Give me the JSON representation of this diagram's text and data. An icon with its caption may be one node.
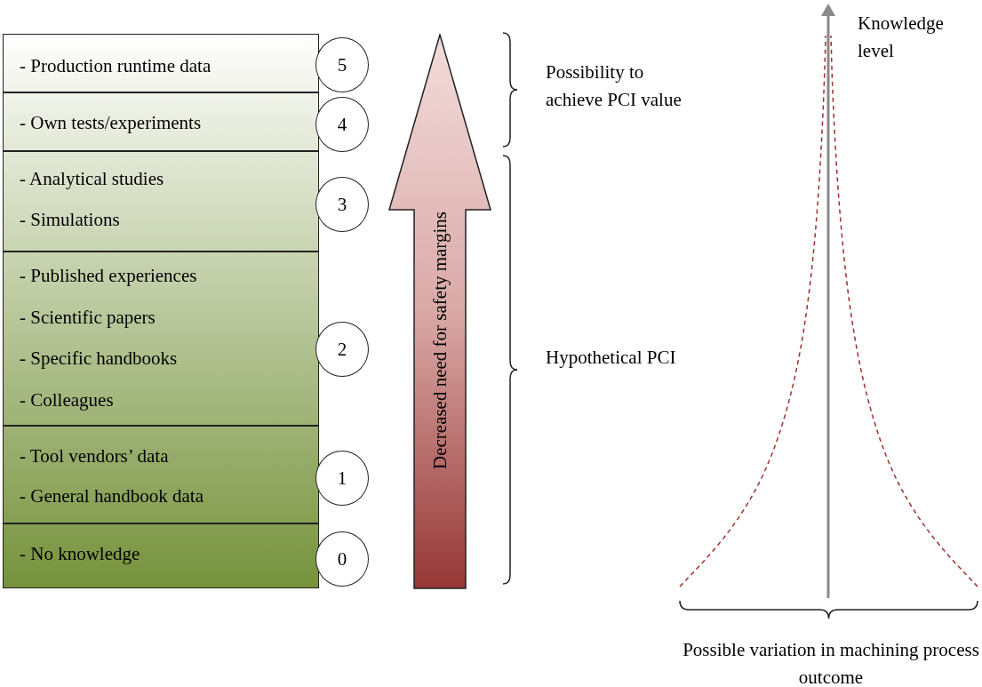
{
  "diagram": {
    "nodes": [
      {
        "text": [
          "- Production runtime data"
        ]
      },
      {
        "text": [
          "5"
        ]
      },
      {
        "text": [
          "- Own tests/experiments"
        ]
      },
      {
        "text": [
          "4"
        ]
      },
      {
        "text": [
          "- Analytical studies",
          "- Simulations"
        ]
      },
      {
        "text": [
          "3"
        ]
      },
      {
        "text": [
          "- Published experiences",
          "- Scientific papers",
          "- Specific handbooks",
          "- Colleagues"
        ]
      },
      {
        "text": [
          "2"
        ]
      },
      {
        "text": [
          "- Tool vendors’ data",
          "- General handbook data"
        ]
      },
      {
        "text": [
          "1"
        ]
      },
      {
        "text": [
          "- No knowledge"
        ]
      },
      {
        "text": [
          "0"
        ]
      },
      {
        "text": [
          "Decreased need for safety margins"
        ]
      }
    ],
    "edges": [],
    "labels": [
      "Possibility to achieve PCI value",
      "Hypothetical PCI",
      "Knowledge level",
      "Possible variation in machining process outcome"
    ]
  }
}
